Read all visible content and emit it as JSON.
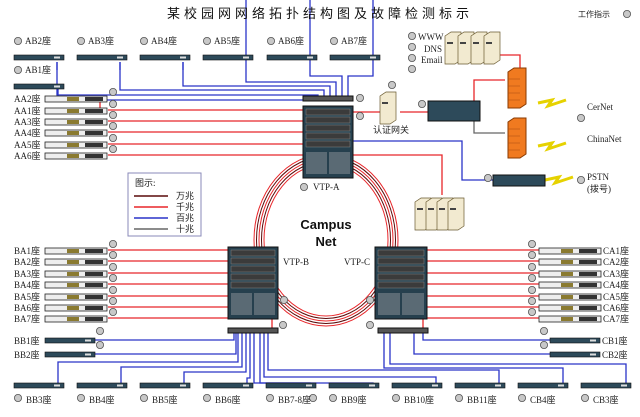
{
  "title": "某校园网网络拓扑结构图及故障检测标示",
  "work_indicator": "工作指示",
  "core": {
    "vtp_a": "VTP-A",
    "vtp_b": "VTP-B",
    "vtp_c": "VTP-C",
    "campus_line1": "Campus",
    "campus_line2": "Net"
  },
  "gateway_label": "认证网关",
  "services": [
    "WWW",
    "DNS",
    "Email"
  ],
  "external": {
    "cernet": "CerNet",
    "chinanet": "ChinaNet",
    "pstn": "PSTN",
    "pstn_sub": "(拨号)"
  },
  "legend": {
    "title": "图示:",
    "items": [
      {
        "label": "万兆",
        "color": "#5a0a0a"
      },
      {
        "label": "千兆",
        "color": "#e8262a"
      },
      {
        "label": "百兆",
        "color": "#2a34c8"
      },
      {
        "label": "十兆",
        "color": "#666666"
      }
    ]
  },
  "ab_top": [
    "AB2座",
    "AB3座",
    "AB4座",
    "AB5座",
    "AB6座",
    "AB7座"
  ],
  "ab1": "AB1座",
  "aa": [
    "AA2座",
    "AA1座",
    "AA3座",
    "AA4座",
    "AA5座",
    "AA6座"
  ],
  "ba": [
    "BA1座",
    "BA2座",
    "BA3座",
    "BA4座",
    "BA5座",
    "BA6座",
    "BA7座"
  ],
  "ca": [
    "CA1座",
    "CA2座",
    "CA3座",
    "CA4座",
    "CA5座",
    "CA6座",
    "CA7座"
  ],
  "bb_side": [
    "BB1座",
    "BB2座"
  ],
  "cb_side": [
    "CB1座",
    "CB2座"
  ],
  "bottom": [
    "BB3座",
    "BB4座",
    "BB5座",
    "BB6座",
    "BB7-8座",
    "BB9座",
    "BB10座",
    "BB11座",
    "CB4座",
    "CB3座"
  ],
  "colors": {
    "gigabit": "#e8262a",
    "tengig": "#5a0a0a",
    "fast": "#2a34c8",
    "ten": "#666666",
    "switch": "#2d4a5a",
    "firewall": "#f07a20"
  }
}
